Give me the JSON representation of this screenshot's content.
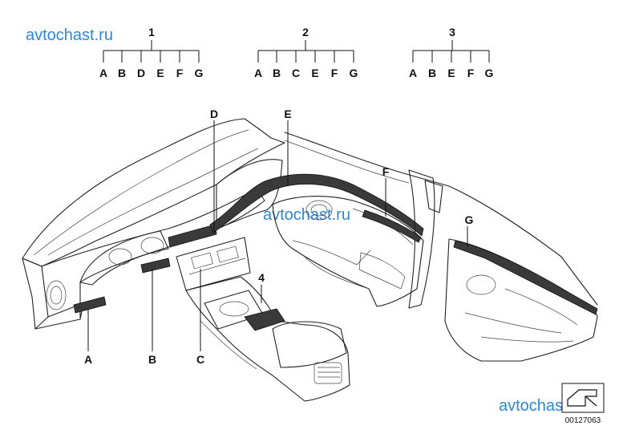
{
  "watermarks": [
    "avtochast.ru",
    "avtochast.ru",
    "avtochast.ru"
  ],
  "groups": [
    {
      "number": "1",
      "letters": [
        "A",
        "B",
        "D",
        "E",
        "F",
        "G"
      ]
    },
    {
      "number": "2",
      "letters": [
        "A",
        "B",
        "C",
        "E",
        "F",
        "G"
      ]
    },
    {
      "number": "3",
      "letters": [
        "A",
        "B",
        "E",
        "F",
        "G"
      ]
    }
  ],
  "callouts": {
    "A": "A",
    "B": "B",
    "C": "C",
    "D": "D",
    "E": "E",
    "F": "F",
    "G": "G",
    "n4": "4"
  },
  "diagram_code": "00127063"
}
